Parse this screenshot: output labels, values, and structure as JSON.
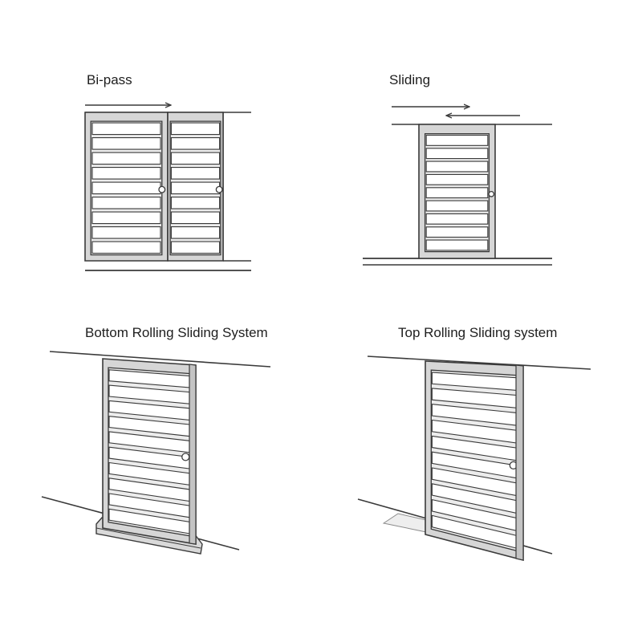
{
  "diagrams": {
    "bi_pass": {
      "label": "Bi-pass"
    },
    "sliding": {
      "label": "Sliding"
    },
    "bottom_rolling": {
      "label": "Bottom Rolling Sliding System"
    },
    "top_rolling": {
      "label": "Top Rolling Sliding system"
    }
  },
  "colors": {
    "line": "#3a3a3a",
    "panel_fill": "#ececec",
    "frame_fill": "#d6d6d6",
    "background": "#ffffff"
  }
}
